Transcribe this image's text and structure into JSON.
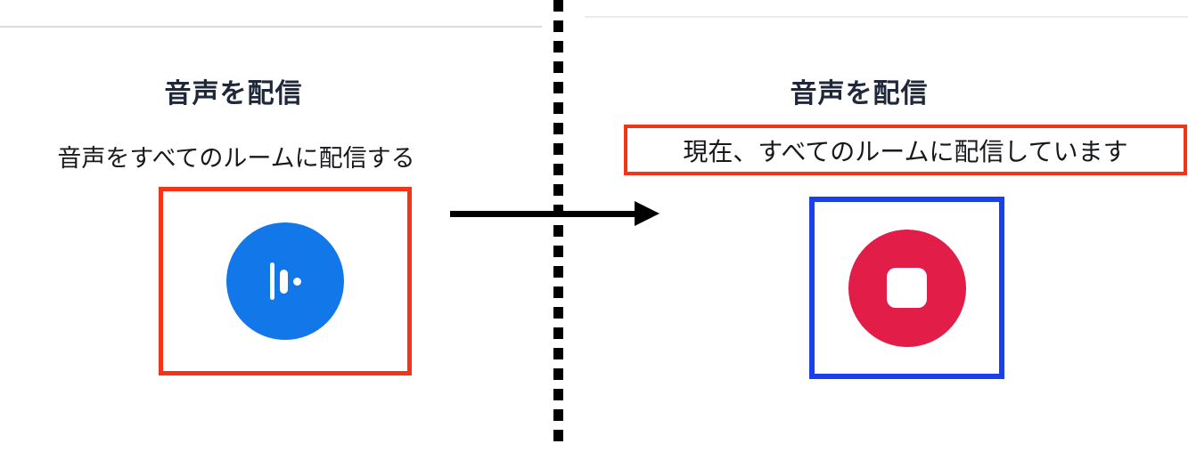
{
  "diagram": {
    "before": {
      "title": "音声を配信",
      "description": "音声をすべてのルームに配信する",
      "button": "broadcast-audio-button"
    },
    "after": {
      "title": "音声を配信",
      "status": "現在、すべてのルームに配信しています",
      "button": "stop-broadcast-button"
    },
    "icons": {
      "broadcast": "audio-wave-icon",
      "stop": "stop-square-icon",
      "transition": "arrow-right-icon",
      "divider": "dotted-divider"
    },
    "colors": {
      "annotation_red": "#F23517",
      "broadcast_blue": "#1277E9",
      "annotation_blue": "#1940EA",
      "stop_red": "#E11D48",
      "heading_text": "#1F273A",
      "body_text": "#17191C",
      "arrow_black": "#000000"
    }
  }
}
